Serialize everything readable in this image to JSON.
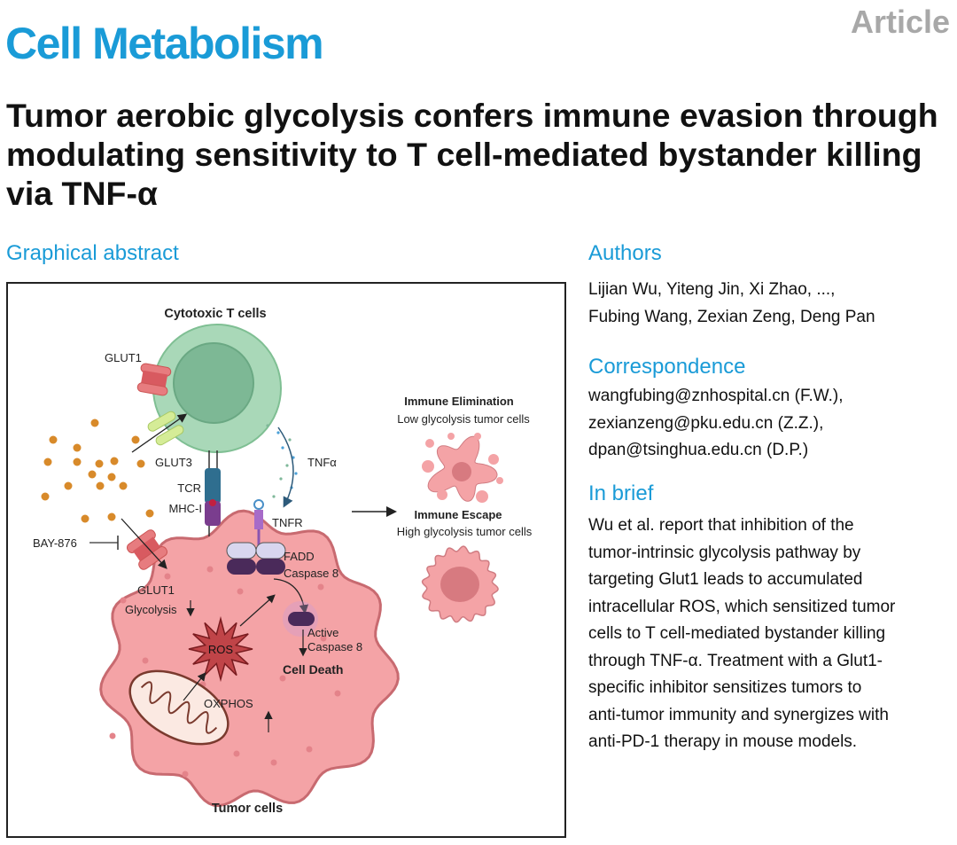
{
  "header": {
    "journal": "Cell Metabolism",
    "article_type": "Article"
  },
  "title": "Tumor aerobic glycolysis confers immune evasion through modulating sensitivity to T cell-mediated bystander killing via TNF-α",
  "graphical_abstract": {
    "heading": "Graphical abstract",
    "labels": {
      "t_cells": "Cytotoxic T cells",
      "glut1_t": "GLUT1",
      "glut3": "GLUT3",
      "tcr": "TCR",
      "mhc": "MHC-I",
      "tnfa": "TNFα",
      "tnfr": "TNFR",
      "fadd": "FADD",
      "caspase8": "Caspase 8",
      "bay": "BAY-876",
      "glut1_tumor": "GLUT1",
      "glycolysis": "Glycolysis",
      "ros": "ROS",
      "active": "Active",
      "active_caspase": "Caspase 8",
      "cell_death": "Cell Death",
      "oxphos": "OXPHOS",
      "tumor_cells": "Tumor cells",
      "immune_elimination": "Immune Elimination",
      "low_glycolysis": "Low glycolysis tumor cells",
      "immune_escape": "Immune Escape",
      "high_glycolysis": "High glycolysis tumor cells"
    }
  },
  "authors": {
    "heading": "Authors",
    "line1": "Lijian Wu, Yiteng Jin, Xi Zhao, ...,",
    "line2": "Fubing Wang, Zexian Zeng, Deng Pan"
  },
  "correspondence": {
    "heading": "Correspondence",
    "emails": [
      "wangfubing@znhospital.cn (F.W.),",
      "zexianzeng@pku.edu.cn (Z.Z.),",
      "dpan@tsinghua.edu.cn (D.P.)"
    ]
  },
  "in_brief": {
    "heading": "In brief",
    "lines": [
      "Wu et al. report that inhibition of the",
      "tumor-intrinsic glycolysis pathway by",
      "targeting Glut1 leads to accumulated",
      "intracellular ROS, which sensitized tumor",
      "cells to T cell-mediated bystander killing",
      "through TNF-α. Treatment with a Glut1-",
      "specific inhibitor sensitizes tumors to",
      "anti-tumor immunity and synergizes with",
      "anti-PD-1 therapy in mouse models."
    ]
  },
  "colors": {
    "brand": "#1a9bd7",
    "article": "#a8a8a8",
    "tumor": "#f4a3a6",
    "tcell": "#a9d8b8"
  }
}
